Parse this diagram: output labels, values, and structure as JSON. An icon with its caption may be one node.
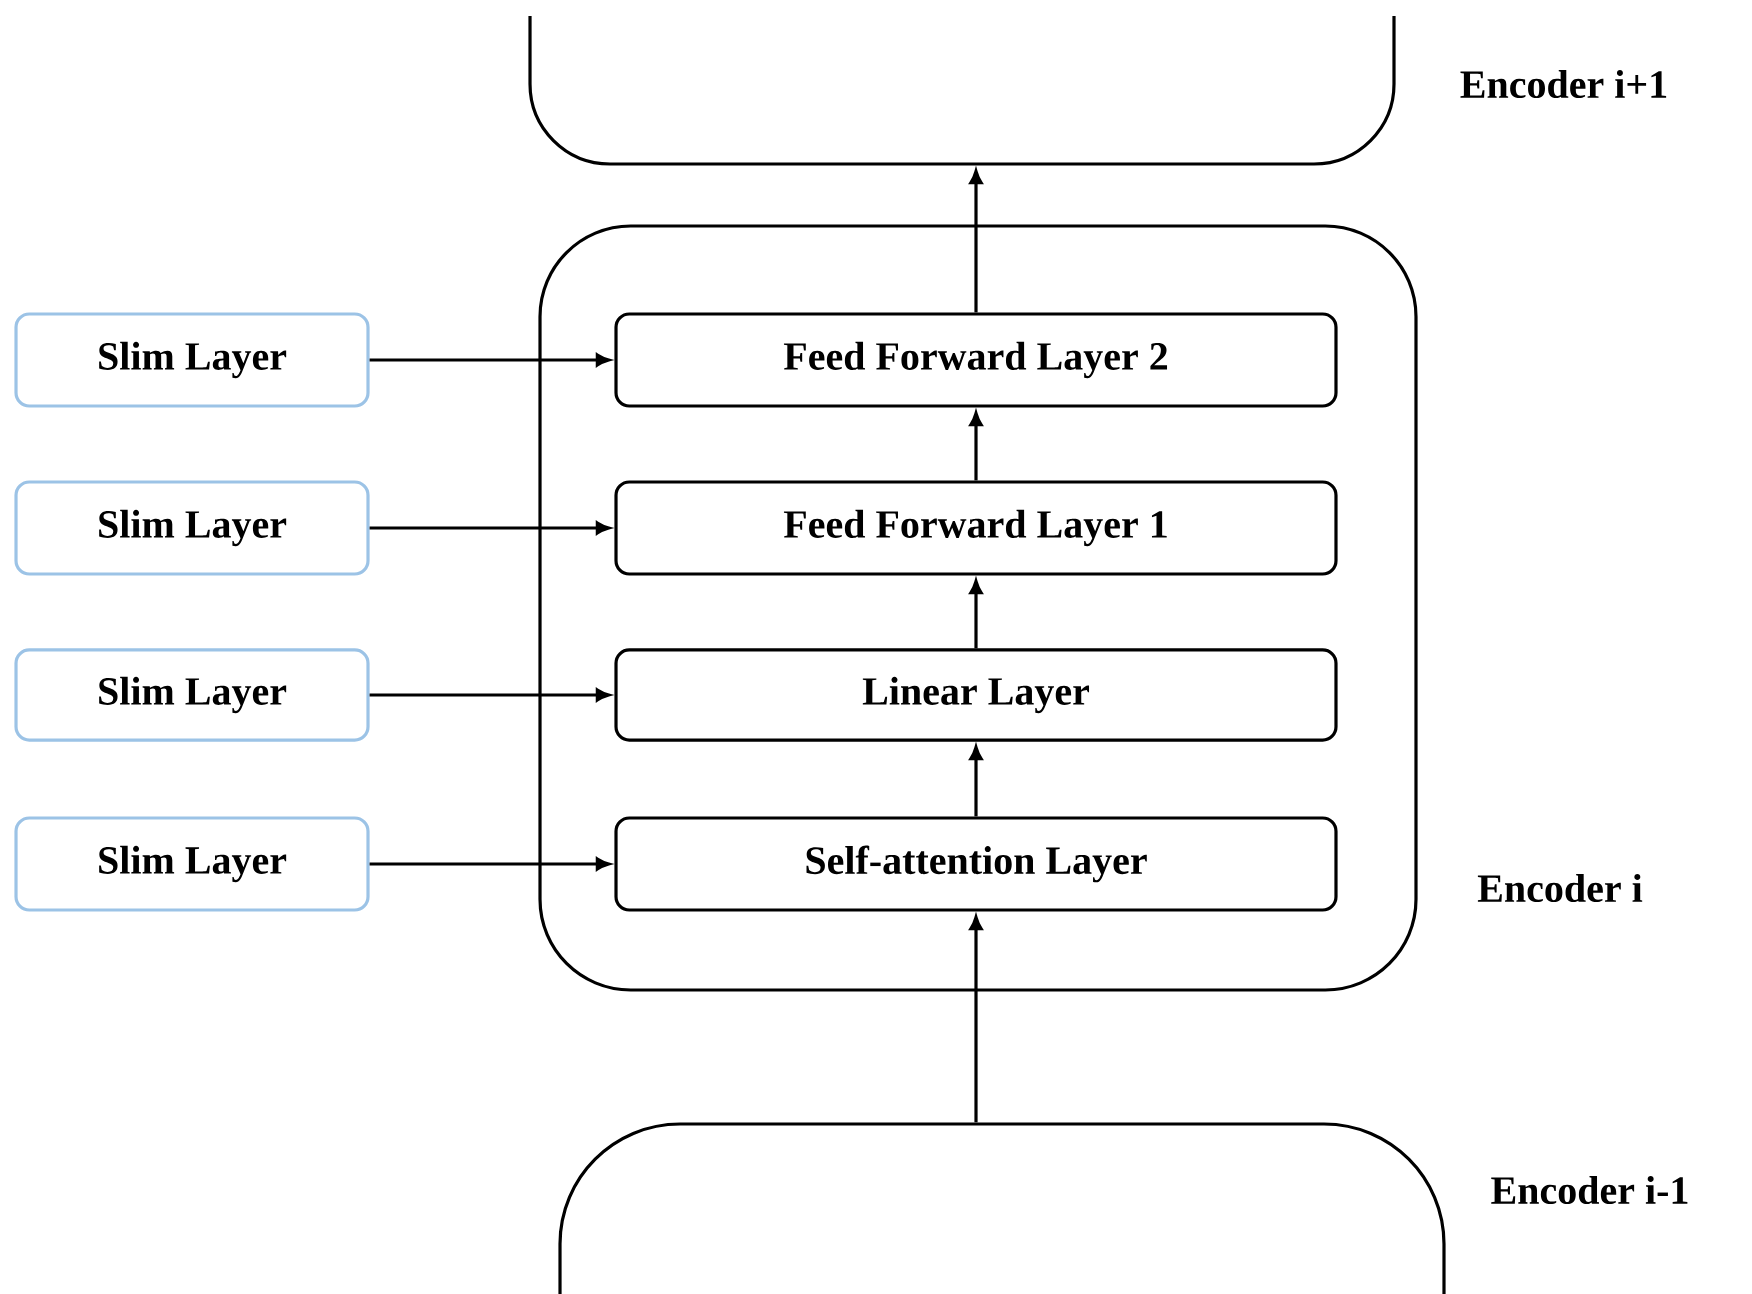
{
  "diagram": {
    "nodes": [
      {
        "text": [
          "Encoder i+1"
        ]
      },
      {
        "text": [
          "Encoder i"
        ]
      },
      {
        "text": [
          "Feed Forward Layer 2"
        ],
        "in": 1
      },
      {
        "text": [
          "Feed Forward Layer 1"
        ],
        "in": 1
      },
      {
        "text": [
          "Linear Layer"
        ],
        "in": 1
      },
      {
        "text": [
          "Self-attention Layer"
        ],
        "in": 1
      },
      {
        "text": [
          "Encoder i-1"
        ]
      },
      {
        "text": [
          "Slim Layer"
        ]
      },
      {
        "text": [
          "Slim Layer"
        ]
      },
      {
        "text": [
          "Slim Layer"
        ]
      },
      {
        "text": [
          "Slim Layer"
        ]
      }
    ],
    "edges": [
      {
        "from": 2,
        "to": 0,
        "arrow": "to"
      },
      {
        "from": 3,
        "to": 2,
        "arrow": "to"
      },
      {
        "from": 4,
        "to": 3,
        "arrow": "to"
      },
      {
        "from": 5,
        "to": 4,
        "arrow": "to"
      },
      {
        "from": 6,
        "to": 5,
        "arrow": "to"
      },
      {
        "from": 7,
        "to": 2,
        "arrow": "to"
      },
      {
        "from": 8,
        "to": 3,
        "arrow": "to"
      },
      {
        "from": 9,
        "to": 4,
        "arrow": "to"
      },
      {
        "from": 10,
        "to": 5,
        "arrow": "to"
      }
    ]
  }
}
